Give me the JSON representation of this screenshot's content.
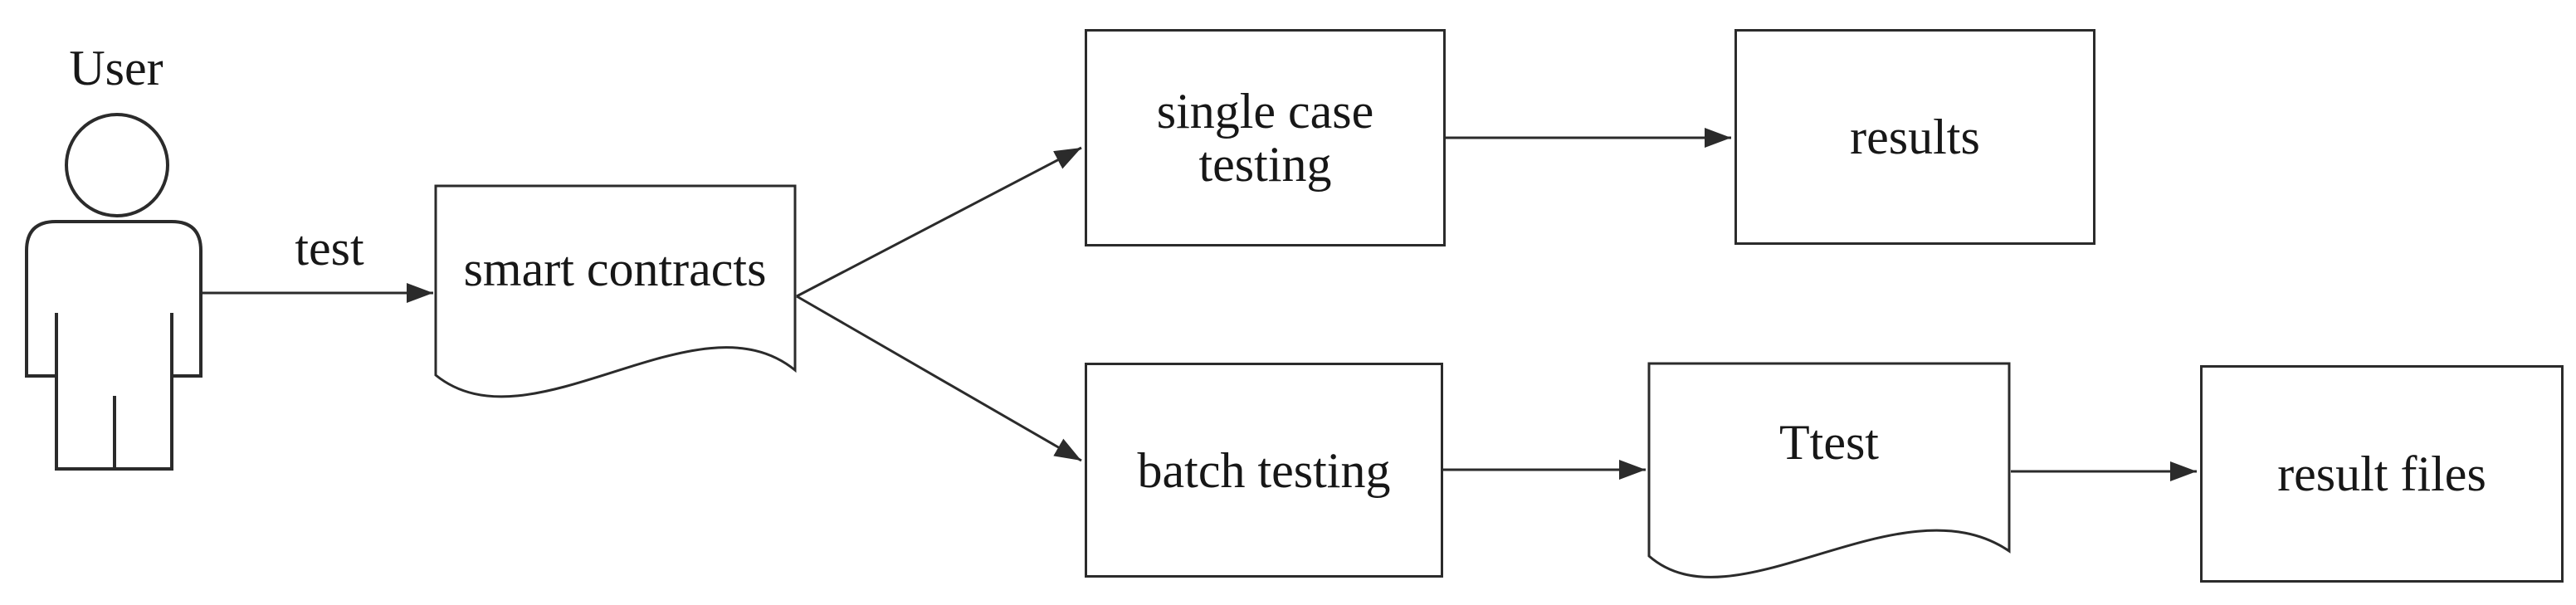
{
  "diagram": {
    "description": "Flowchart of smart contract testing workflow",
    "actor": {
      "id": "user",
      "label": "User"
    },
    "nodes": [
      {
        "id": "smart-contracts",
        "label": "smart contracts",
        "shape": "document"
      },
      {
        "id": "single-case-testing",
        "label": "single case\ntesting",
        "shape": "rectangle"
      },
      {
        "id": "results",
        "label": "results",
        "shape": "rectangle"
      },
      {
        "id": "batch-testing",
        "label": "batch testing",
        "shape": "rectangle"
      },
      {
        "id": "ttest",
        "label": "Ttest",
        "shape": "document"
      },
      {
        "id": "result-files",
        "label": "result files",
        "shape": "rectangle"
      }
    ],
    "edges": [
      {
        "from": "user",
        "to": "smart-contracts",
        "label": "test"
      },
      {
        "from": "smart-contracts",
        "to": "single-case-testing",
        "label": ""
      },
      {
        "from": "smart-contracts",
        "to": "batch-testing",
        "label": ""
      },
      {
        "from": "single-case-testing",
        "to": "results",
        "label": ""
      },
      {
        "from": "batch-testing",
        "to": "ttest",
        "label": ""
      },
      {
        "from": "ttest",
        "to": "result-files",
        "label": ""
      }
    ]
  },
  "colors": {
    "background": "#ffffff",
    "line": "#2b2b2b",
    "text": "#171717"
  }
}
